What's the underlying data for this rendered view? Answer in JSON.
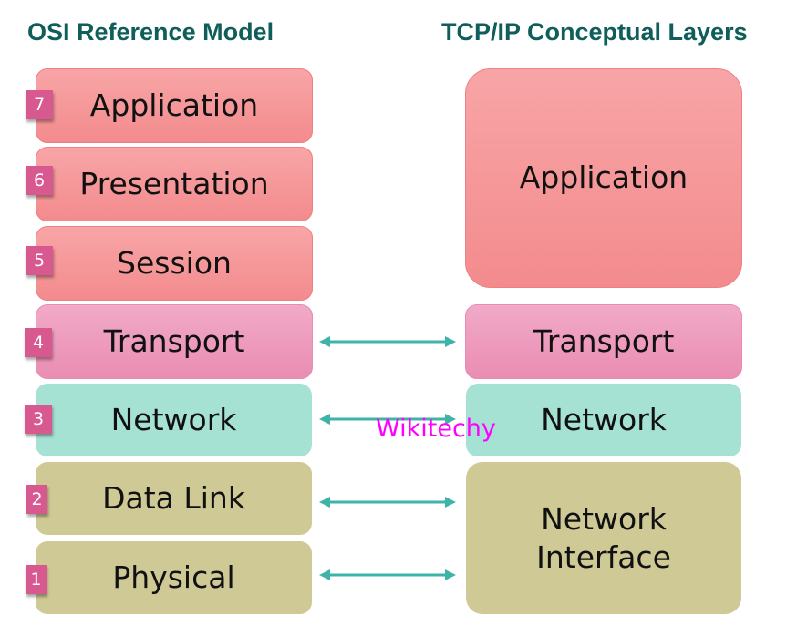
{
  "titles": {
    "osi": "OSI Reference Model",
    "tcpip": "TCP/IP Conceptual Layers"
  },
  "osi_layers": [
    {
      "number": "7",
      "name": "Application"
    },
    {
      "number": "6",
      "name": "Presentation"
    },
    {
      "number": "5",
      "name": "Session"
    },
    {
      "number": "4",
      "name": "Transport"
    },
    {
      "number": "3",
      "name": "Network"
    },
    {
      "number": "2",
      "name": "Data Link"
    },
    {
      "number": "1",
      "name": "Physical"
    }
  ],
  "tcpip_layers": [
    {
      "name": "Application"
    },
    {
      "name": "Transport"
    },
    {
      "name": "Network"
    },
    {
      "name_line1": "Network",
      "name_line2": "Interface"
    }
  ],
  "watermark": "Wikitechy",
  "colors": {
    "title": "#0f5e5a",
    "application": "#f6999b",
    "transport": "#ee9dbe",
    "network": "#a6e2d4",
    "network_interface": "#cfc996",
    "number_badge": "#d85890",
    "arrow": "#3fb3a8",
    "watermark": "#ff00ff"
  }
}
